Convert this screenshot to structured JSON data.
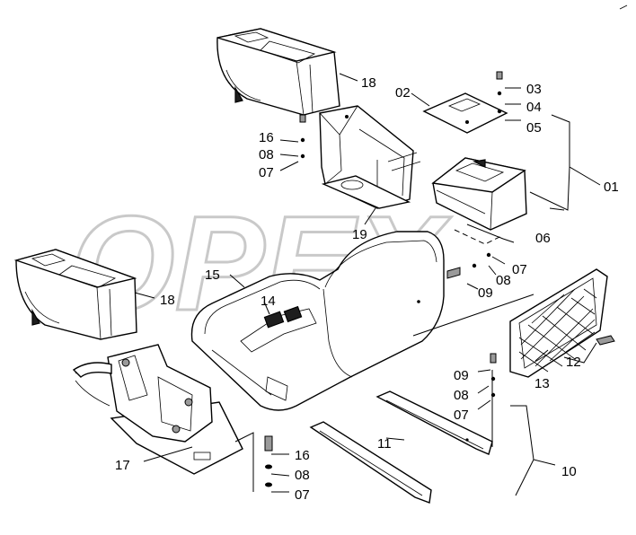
{
  "diagram": {
    "watermark": "OPEX",
    "callouts": {
      "c01": "01",
      "c02": "02",
      "c03": "03",
      "c04": "04",
      "c05": "05",
      "c06": "06",
      "c07a": "07",
      "c07b": "07",
      "c07c": "07",
      "c07d": "07",
      "c08a": "08",
      "c08b": "08",
      "c08c": "08",
      "c08d": "08",
      "c09a": "09",
      "c09b": "09",
      "c10": "10",
      "c11": "11",
      "c12": "12",
      "c13": "13",
      "c14": "14",
      "c15": "15",
      "c16a": "16",
      "c16b": "16",
      "c17": "17",
      "c18a": "18",
      "c18b": "18",
      "c19": "19"
    }
  }
}
